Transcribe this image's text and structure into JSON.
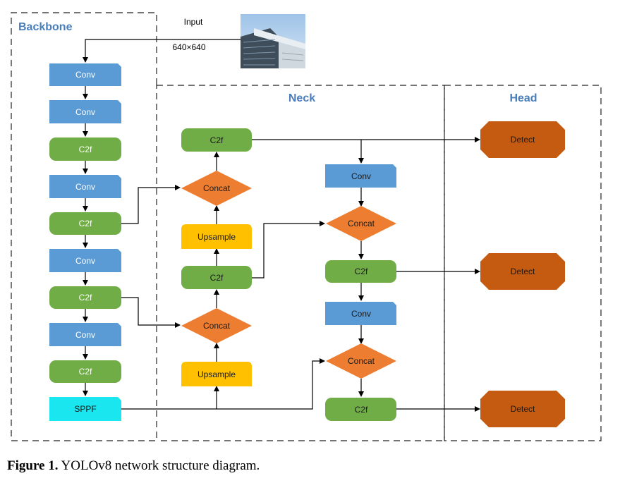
{
  "sections": {
    "backbone": "Backbone",
    "neck": "Neck",
    "head": "Head"
  },
  "input": {
    "label": "Input",
    "size": "640×640"
  },
  "backbone": {
    "b1": "Conv",
    "b2": "Conv",
    "b3": "C2f",
    "b4": "Conv",
    "b5": "C2f",
    "b6": "Conv",
    "b7": "C2f",
    "b8": "Conv",
    "b9": "C2f",
    "b10": "SPPF"
  },
  "neck": {
    "n_upsample1": "Upsample",
    "n_concat1": "Concat",
    "n_c2f1": "C2f",
    "n_upsample2": "Upsample",
    "n_concat2": "Concat",
    "n_c2f2": "C2f",
    "n_conv1": "Conv",
    "n_concat3": "Concat",
    "n_c2f3": "C2f",
    "n_conv2": "Conv",
    "n_concat4": "Concat",
    "n_c2f4": "C2f"
  },
  "head": {
    "d1": "Detect",
    "d2": "Detect",
    "d3": "Detect"
  },
  "colors": {
    "conv": "#5b9bd5",
    "c2f": "#70ad47",
    "sppf": "#1ae6f0",
    "upsample": "#ffc000",
    "concat": "#ed7d31",
    "detect": "#c55a11",
    "section_title": "#4a7ebb"
  },
  "caption": {
    "label": "Figure 1.",
    "text": " YOLOv8 network structure diagram."
  }
}
